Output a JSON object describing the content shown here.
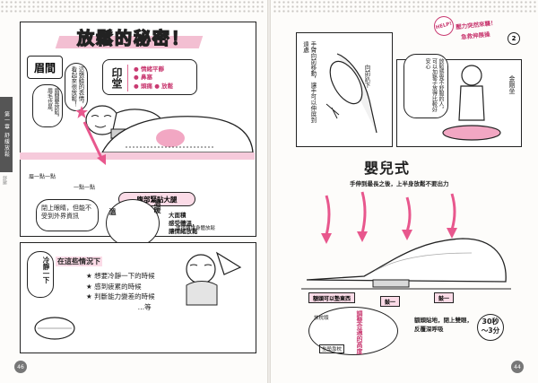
{
  "left_page": {
    "side_tab": "第一章 舒緩放鬆",
    "side_note": "舒壓",
    "title": "放鬆的秘密！",
    "label_meijian": "眉間",
    "bubble_meijian": "這張臉的表情，看起來很放鬆！",
    "bubble_brow_spot": "眉間要放鬆，眉毛也是。",
    "yintang": {
      "label": "印堂",
      "items": [
        "情緒平靜",
        "鼻塞",
        "頭痛",
        "放鬆"
      ]
    },
    "press_text_1": "眉一點一點",
    "press_text_2": "一點一點",
    "belly_box": "腹部緊貼大腿",
    "belly_notes": [
      "大面積",
      "感受體溫，",
      "讓情緒放鬆"
    ],
    "warm_1": "溫",
    "warm_2": "溫暖",
    "closed_eyes": "閉上眼睛，但能不受到外界資訊",
    "back_note": "揉揉腰讓身體放鬆",
    "situation_heading": "在這些情況下",
    "situation_items": [
      "想要冷靜一下的時候",
      "感到疲累的時候",
      "判斷能力變差的時候"
    ],
    "situation_more": "…等",
    "hush_bubble": "冷靜一下",
    "page_number": "46"
  },
  "right_page": {
    "help_badge": {
      "help": "HELP!",
      "line1": "壓力突然來襲！",
      "line2": "急救伸展操",
      "number": "2"
    },
    "side_panel_text_1": "手臂向前移動，讓手可以伸展到遠處",
    "side_panel_text_2": "向前趴下",
    "bubble_upper": "放鬆感覺不舒服的人，可以加墊子放得比較好安心",
    "seated_label": "金剛坐",
    "pose_title": "嬰兒式",
    "pose_caption": "手伸到最長之後，上半身放鬆不要出力",
    "tag_forehead": "額頭可以墊東西",
    "tag_pillow": "放枕頭",
    "tag_rise": "鼓一",
    "tag_rise2": "鼓一",
    "pillow_note": "調整合適的高度",
    "pillow_label": "坐墊靠枕",
    "forehead_note": [
      "額頭貼地，閉上雙眼，",
      "反覆深呼吸"
    ],
    "timer_a": "30秒",
    "timer_b": "〜3分",
    "page_number": "44"
  }
}
